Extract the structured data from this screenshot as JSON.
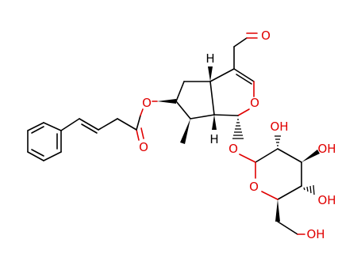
{
  "colors": {
    "bond": "#000000",
    "oxygen": "#e00000",
    "background": "#ffffff"
  },
  "atoms": {
    "aldehyde_o": "O",
    "ring_o": "O",
    "ester_o": "O",
    "ester_carbonyl_o": "O",
    "glycosidic_o": "O",
    "sugar_ring_o": "O",
    "oh_c2": "OH",
    "oh_c3": "OH",
    "oh_c4": "OH",
    "oh_c6": "OH",
    "h_upper": "H",
    "h_lower": "H"
  }
}
